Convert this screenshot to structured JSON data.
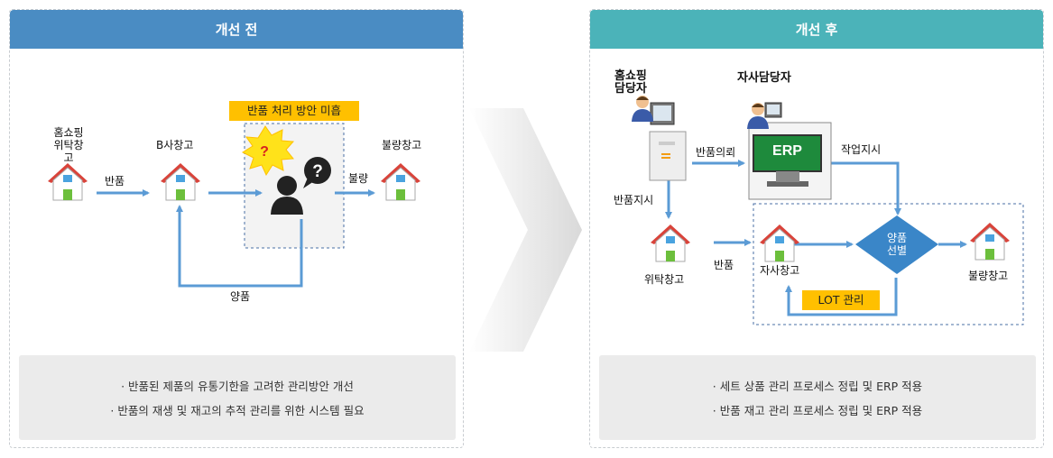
{
  "left": {
    "title": "개선 전",
    "nodes": {
      "homeshopping_warehouse": "홈쇼핑\n위탁창\n고",
      "b_warehouse": "B사창고",
      "defect_warehouse": "불량창고"
    },
    "edges": {
      "return": "반품",
      "defect": "불량",
      "good": "양품"
    },
    "callout": "반품 처리 방안 미흡",
    "question": "?",
    "summary": [
      "· 반품된 제품의 유통기한을 고려한 관리방안 개선",
      "· 반품의 재생 및 재고의 추적 관리를 위한 시스템 필요"
    ]
  },
  "right": {
    "title": "개선 후",
    "nodes": {
      "homeshopping_manager": "홈쇼핑\n담당자",
      "company_manager": "자사담당자",
      "erp": "ERP",
      "consign_warehouse": "위탁창고",
      "own_warehouse": "자사창고",
      "quality_sort": "양품\n선별",
      "defect_warehouse": "불량창고"
    },
    "edges": {
      "return_request": "반품의뢰",
      "work_instruction": "작업지시",
      "return_instruction": "반품지시",
      "return": "반품"
    },
    "lot_label": "LOT 관리",
    "summary": [
      "· 세트 상품 관리 프로세스 정립 및 ERP 적용",
      "· 반품 재고 관리 프로세스 정립 및 ERP 적용"
    ]
  },
  "colors": {
    "left_header": "#4a8cc3",
    "right_header": "#4bb3b9",
    "arrow": "#5b9bd5",
    "house_roof": "#d9433a",
    "callout_bg": "#ffc000",
    "erp_green": "#1e8a3c",
    "diamond": "#3a86c8"
  },
  "icons": [
    "house-icon",
    "person-icon",
    "computer-icon",
    "question-burst-icon",
    "chevron-arrow-icon"
  ]
}
